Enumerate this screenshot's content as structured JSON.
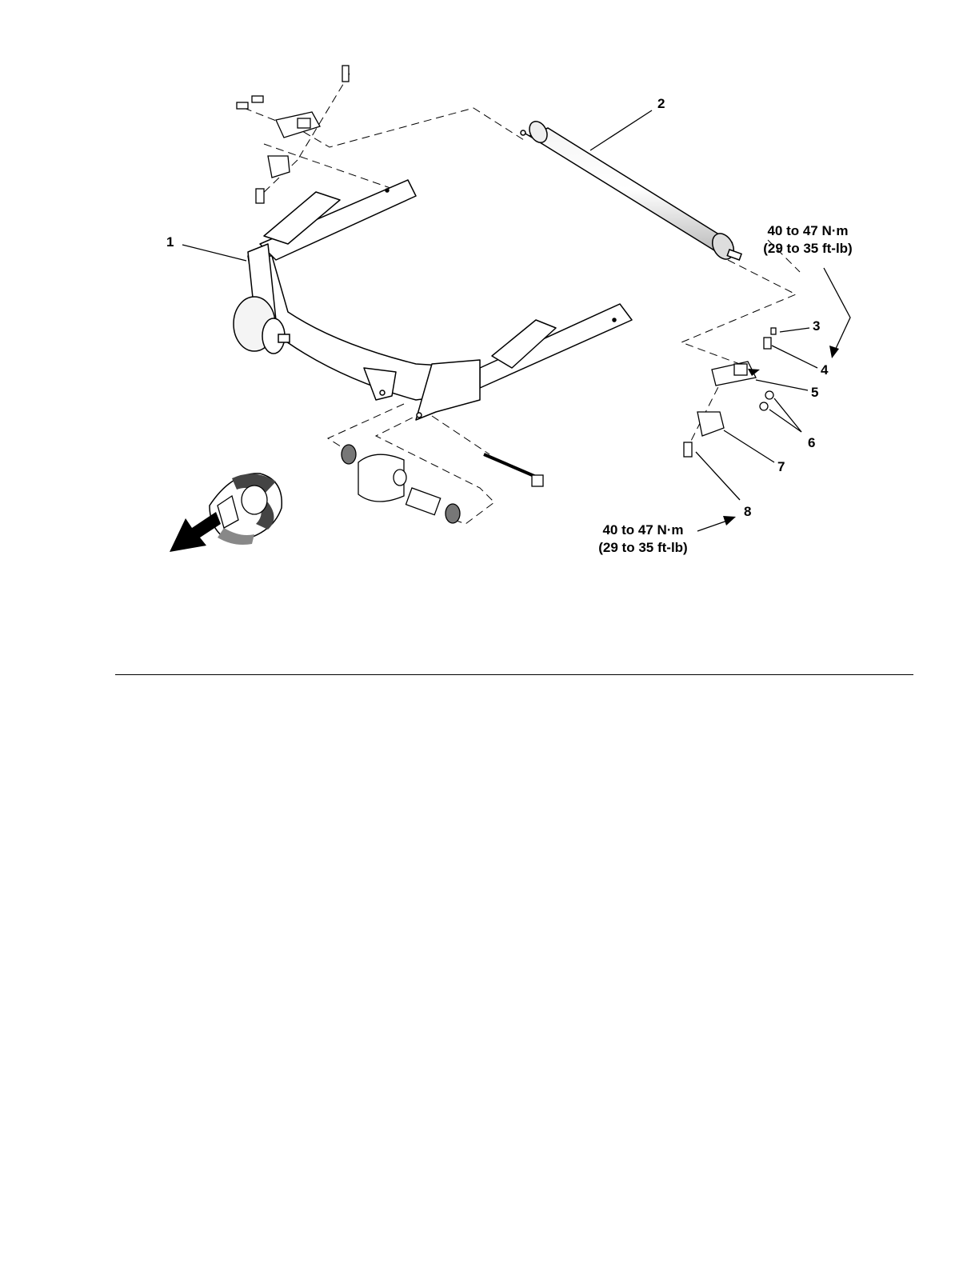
{
  "callouts": {
    "c1": "1",
    "c2": "2",
    "c3": "3",
    "c4": "4",
    "c5": "5",
    "c6": "6",
    "c7": "7",
    "c8": "8"
  },
  "torque_upper": {
    "line1": "40 to 47 N·m",
    "line2": "(29 to 35 ft-lb)"
  },
  "torque_lower": {
    "line1": "40 to 47 N·m",
    "line2": "(29 to 35 ft-lb)"
  },
  "icons": {
    "front_indicator": "front-direction-arrow-icon"
  },
  "colors": {
    "ink": "#000000",
    "paper": "#ffffff",
    "shade": "#c8c8c8",
    "dark": "#555555"
  }
}
